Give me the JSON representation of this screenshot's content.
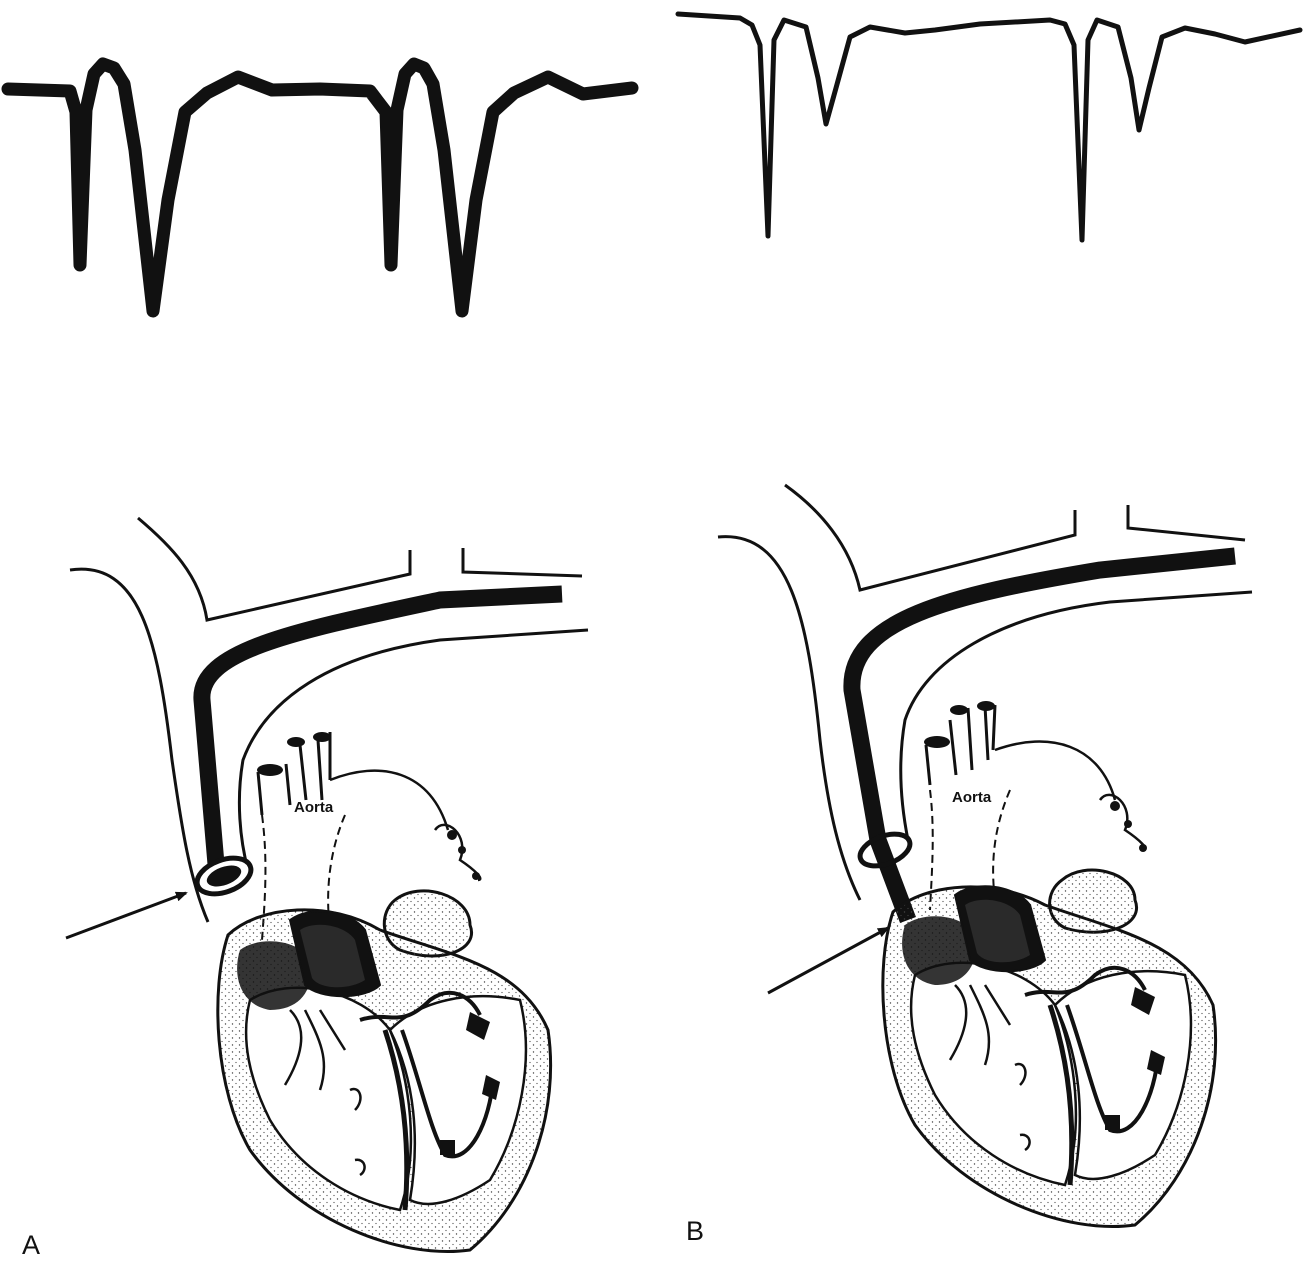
{
  "panels": [
    {
      "id": "A",
      "label": "A",
      "heart_label": "Aorta"
    },
    {
      "id": "B",
      "label": "B",
      "heart_label": "Aorta"
    }
  ],
  "colors": {
    "ink": "#111111",
    "background": "#ffffff",
    "stipple": "#444444"
  }
}
